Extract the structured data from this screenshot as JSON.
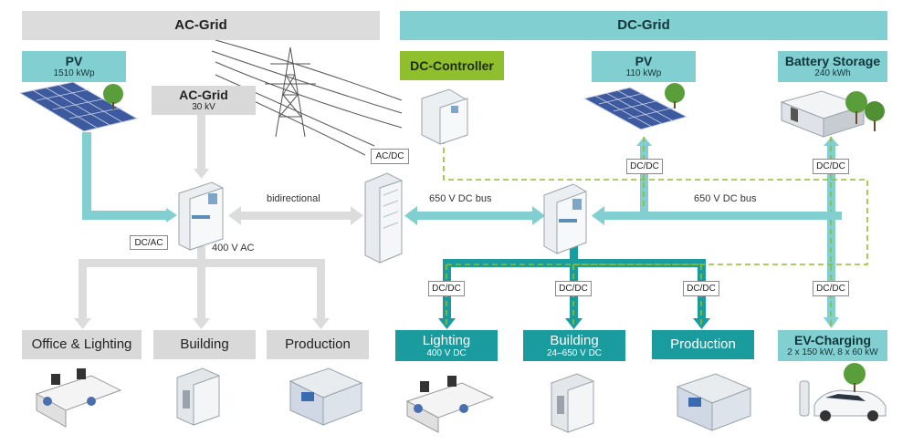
{
  "ac_grid": {
    "header": "AC-Grid",
    "pv": {
      "title": "PV",
      "value": "1510 kWp"
    },
    "grid": {
      "title": "AC-Grid",
      "value": "30 kV"
    },
    "converter": "DC/AC",
    "bus_label": "400 V AC",
    "loads": [
      "Office & Lighting",
      "Building",
      "Production"
    ]
  },
  "link": {
    "label": "bidirectional",
    "converter": "AC/DC"
  },
  "dc_grid": {
    "header": "DC-Grid",
    "controller": "DC-Controller",
    "pv": {
      "title": "PV",
      "value": "110 kWp",
      "converter": "DC/DC"
    },
    "battery": {
      "title": "Battery Storage",
      "value": "240 kWh",
      "converter": "DC/DC"
    },
    "bus_left": "650 V DC bus",
    "bus_right": "650 V DC bus",
    "load_converter": "DC/DC",
    "loads": [
      {
        "title": "Lighting",
        "value": "400 V DC"
      },
      {
        "title": "Building",
        "value": "24–650 V DC"
      },
      {
        "title": "Production",
        "value": ""
      }
    ],
    "ev": {
      "title": "EV-Charging",
      "value": "2 x 150 kW, 8 x 60 kW",
      "converter": "DC/DC"
    }
  },
  "colors": {
    "dc_light": "#82cfd1",
    "dc_dark": "#1a9c9f",
    "ac_grey": "#d9d9d9",
    "controller_green": "#8fbf2c",
    "control_line": "#8fbf2c"
  }
}
